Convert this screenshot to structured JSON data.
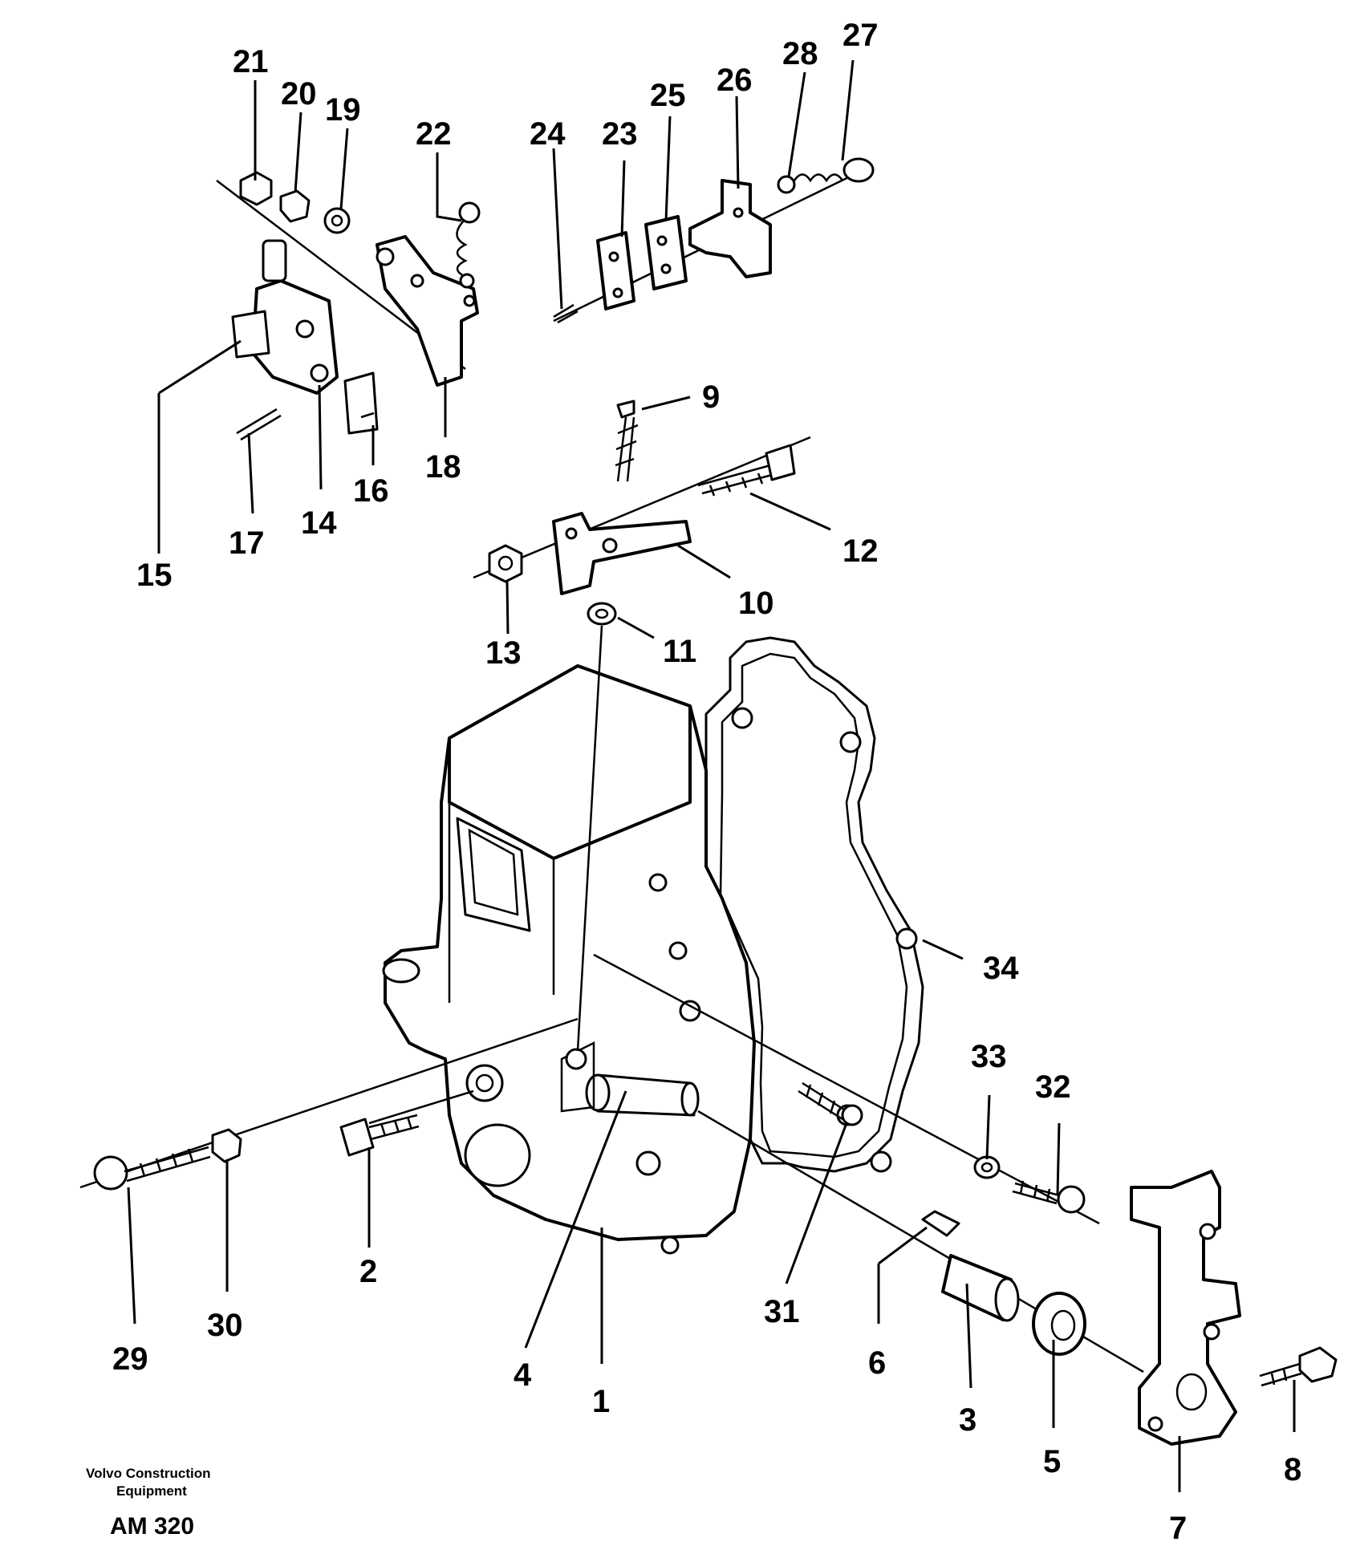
{
  "diagram": {
    "part_numbers": [
      "1",
      "2",
      "3",
      "4",
      "5",
      "6",
      "7",
      "8",
      "9",
      "10",
      "11",
      "12",
      "13",
      "14",
      "15",
      "16",
      "17",
      "18",
      "19",
      "20",
      "21",
      "22",
      "23",
      "24",
      "25",
      "26",
      "27",
      "28",
      "29",
      "30",
      "31",
      "32",
      "33",
      "34"
    ],
    "footer": {
      "line1": "Volvo Construction",
      "line2": "Equipment",
      "code": "AM 320"
    }
  },
  "colors": {
    "ink": "#000000",
    "paper": "#ffffff"
  }
}
